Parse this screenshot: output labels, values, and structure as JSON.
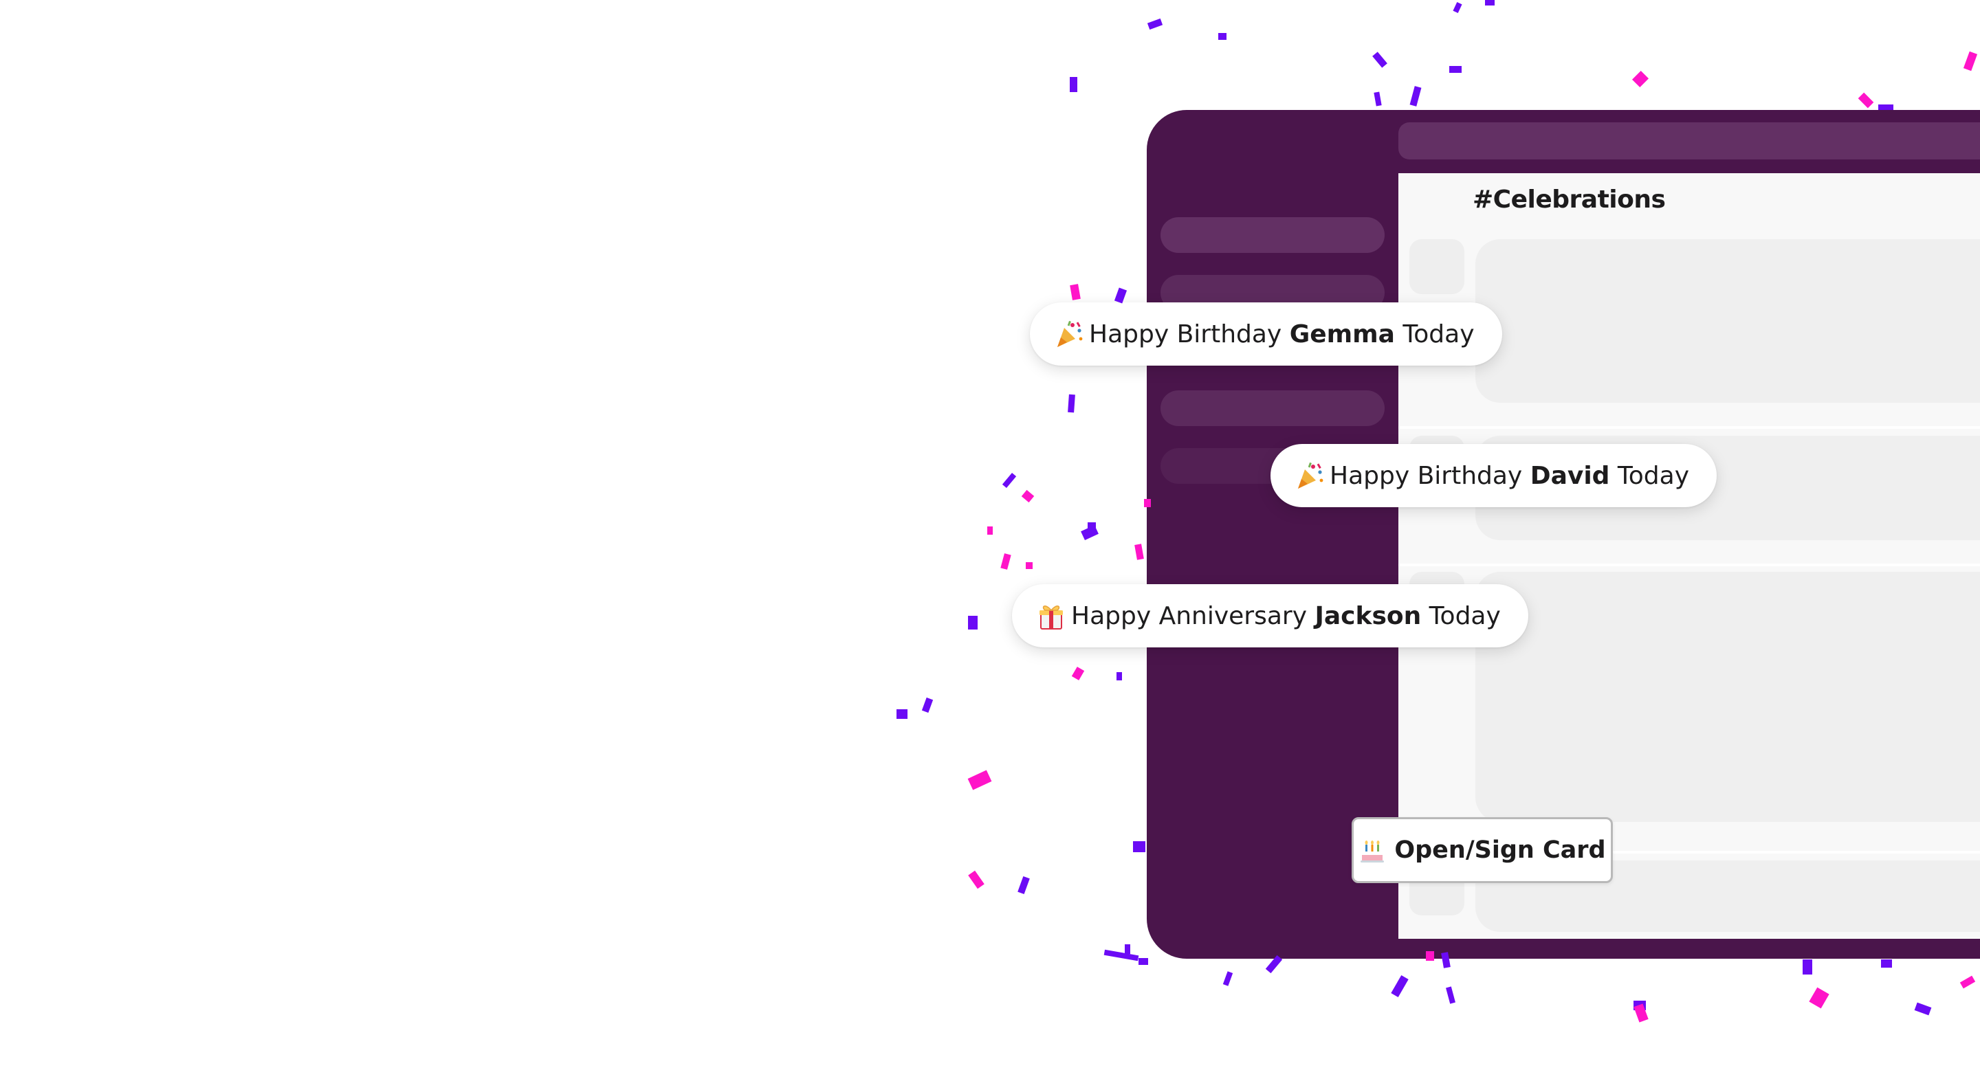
{
  "channel": {
    "title": "#Celebrations"
  },
  "notifications": [
    {
      "emoji_icon": "party-popper-icon",
      "prefix": "Happy Birthday ",
      "name": "Gemma",
      "suffix": " Today"
    },
    {
      "emoji_icon": "party-popper-icon",
      "prefix": "Happy Birthday ",
      "name": "David",
      "suffix": " Today"
    },
    {
      "emoji_icon": "gift-icon",
      "prefix": "Happy Anniversary ",
      "name": "Jackson",
      "suffix": " Today"
    }
  ],
  "card_button": {
    "emoji_icon": "birthday-cake-icon",
    "label": "Open/Sign Card"
  },
  "colors": {
    "sidebar": "#4a154b",
    "confetti_magenta": "#ff14c8",
    "confetti_purple": "#6b0bf5"
  }
}
